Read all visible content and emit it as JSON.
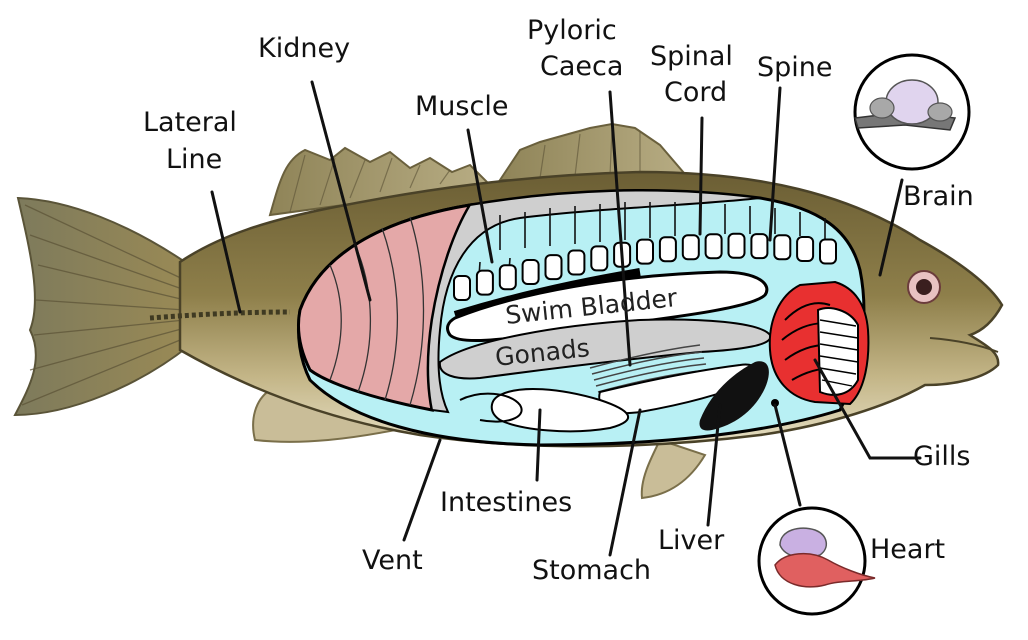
{
  "labels": {
    "kidney": "Kidney",
    "pyloric_caeca_1": "Pyloric",
    "pyloric_caeca_2": "Caeca",
    "spinal_cord_1": "Spinal",
    "spinal_cord_2": "Cord",
    "spine": "Spine",
    "lateral_line_1": "Lateral",
    "lateral_line_2": "Line",
    "muscle": "Muscle",
    "brain": "Brain",
    "swim_bladder": "Swim Bladder",
    "gonads": "Gonads",
    "gills": "Gills",
    "intestines": "Intestines",
    "vent": "Vent",
    "stomach": "Stomach",
    "liver": "Liver",
    "heart": "Heart"
  },
  "colors": {
    "fish_body": "#8a7a45",
    "fish_belly": "#d8cfa8",
    "cavity": "#b8f0f4",
    "kidney": "#e4a8a8",
    "swim_bladder": "#ffffff",
    "gonads": "#cfcfcf",
    "gills": "#e83030",
    "liver": "#111111",
    "spine": "#ffffff",
    "brain": "#d8c8e8",
    "heart": "#e06060"
  }
}
